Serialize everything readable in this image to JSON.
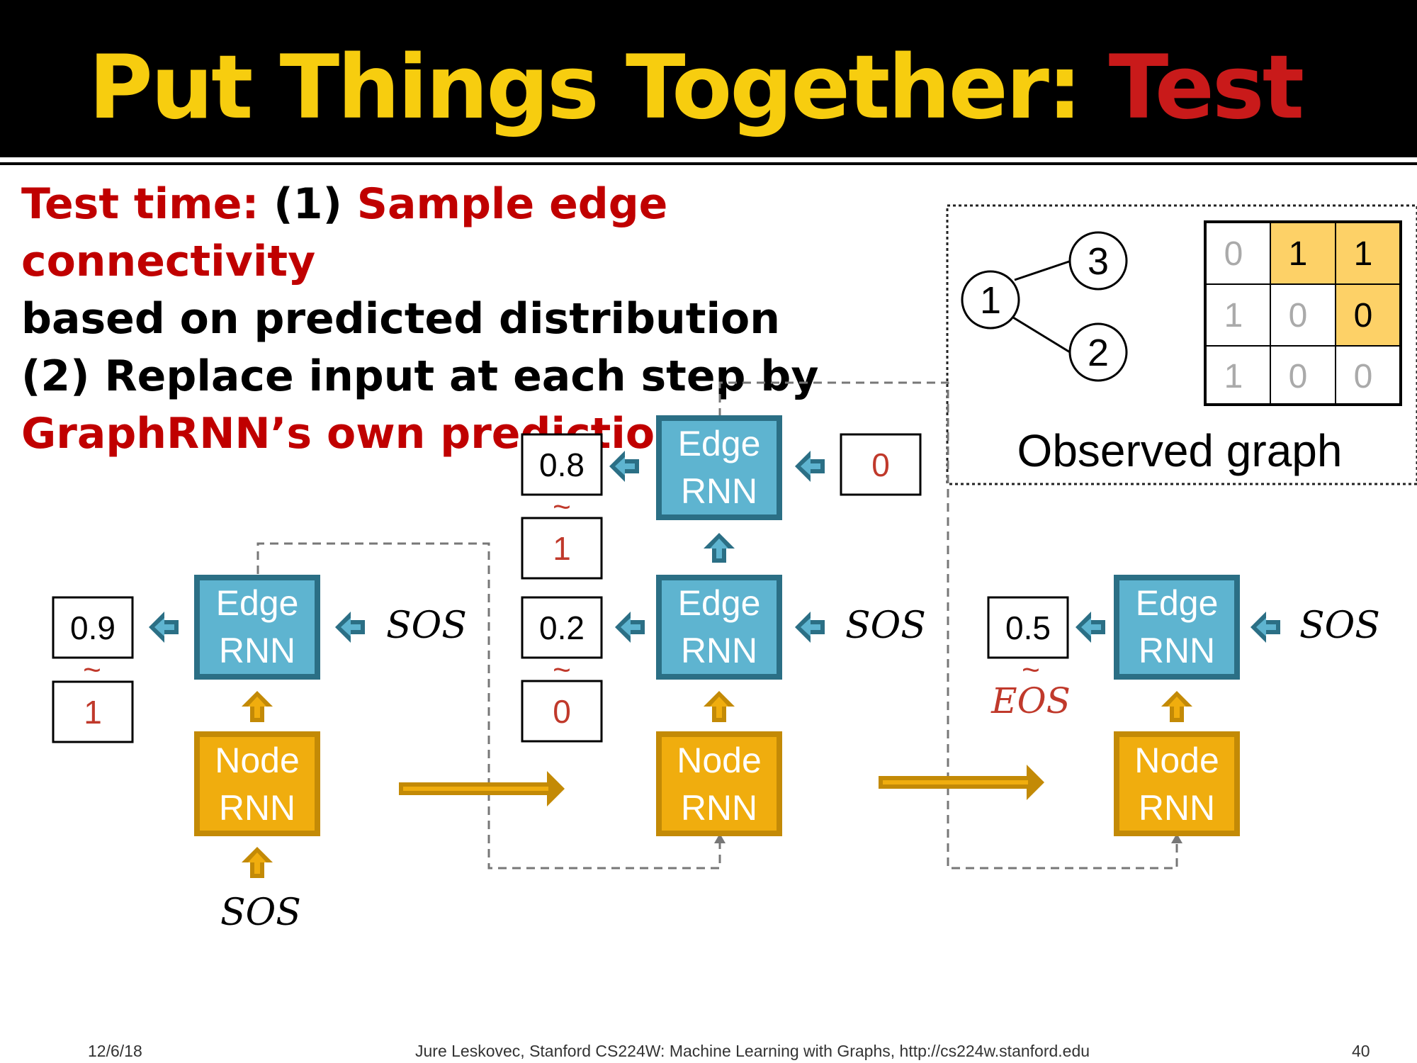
{
  "slide": {
    "title_part1": "Put Things Together: ",
    "title_part2": "Test"
  },
  "intro": {
    "line1_a": "Test time: ",
    "line1_b": "(1) ",
    "line1_c": "Sample edge connectivity",
    "line2": "based on predicted distribution",
    "line3": "(2) Replace input at each step by",
    "line4": "GraphRNN’s own predictions"
  },
  "observed_graph": {
    "caption": "Observed graph",
    "nodes": [
      "1",
      "3",
      "2"
    ],
    "matrix": [
      [
        "0",
        "1",
        "1"
      ],
      [
        "1",
        "0",
        "0"
      ],
      [
        "1",
        "0",
        "0"
      ]
    ],
    "highlight_color": "#fdd167"
  },
  "labels": {
    "edge_rnn_line1": "Edge",
    "edge_rnn_line2": "RNN",
    "node_rnn_line1": "Node",
    "node_rnn_line2": "RNN",
    "sos": "SOS",
    "eos": "EOS",
    "tilde": "~"
  },
  "values": {
    "s1_prob": "0.9",
    "s1_sample": "1",
    "s2_prob_top": "0.8",
    "s2_sample_top": "1",
    "s2_input_top": "0",
    "s2_prob_bottom": "0.2",
    "s2_sample_bottom": "0",
    "s3_prob": "0.5"
  },
  "footer": {
    "date": "12/6/18",
    "credit": "Jure Leskovec, Stanford CS224W: Machine Learning with Graphs, http://cs224w.stanford.edu",
    "page": "40"
  },
  "colors": {
    "edge_rnn_fill": "#5eb4d0",
    "edge_rnn_border": "#2b6f85",
    "node_rnn_fill": "#f0ad0e",
    "node_rnn_border": "#c38a06",
    "sample_red": "#c0392b",
    "title_yellow": "#f7cd0f",
    "title_red": "#c91a1a"
  }
}
